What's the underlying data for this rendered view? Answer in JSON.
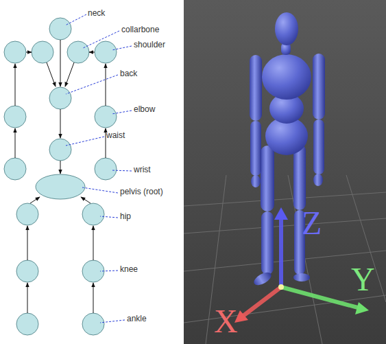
{
  "diagram": {
    "labels": [
      "neck",
      "collarbone",
      "shoulder",
      "back",
      "elbow",
      "waist",
      "wrist",
      "pelvis (root)",
      "hip",
      "knee",
      "ankle",
      "Z",
      "Y",
      "X"
    ]
  }
}
